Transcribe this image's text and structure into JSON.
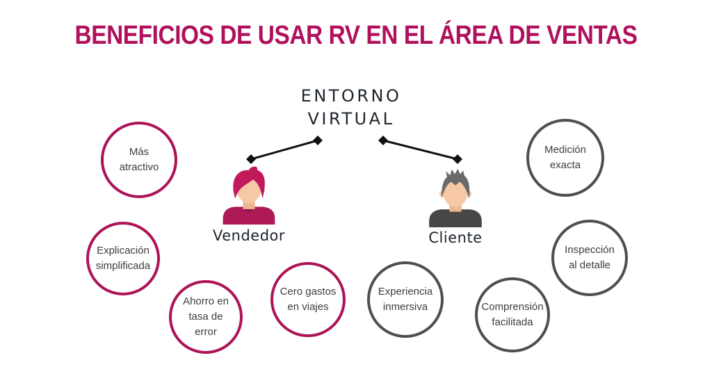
{
  "title": "BENEFICIOS DE USAR RV EN EL ÁREA DE VENTAS",
  "center": {
    "lines": [
      "ENTORNO",
      "VIRTUAL"
    ]
  },
  "actors": {
    "vendedor": {
      "label": "Vendedor"
    },
    "cliente": {
      "label": "Cliente"
    }
  },
  "benefits": [
    {
      "label": "Más\natractivo",
      "group": "vendedor"
    },
    {
      "label": "Explicación\nsimplificada",
      "group": "vendedor"
    },
    {
      "label": "Ahorro en\ntasa de\nerror",
      "group": "vendedor"
    },
    {
      "label": "Cero gastos\nen viajes",
      "group": "vendedor"
    },
    {
      "label": "Experiencia\ninmersiva",
      "group": "cliente"
    },
    {
      "label": "Comprensión\nfacilitada",
      "group": "cliente"
    },
    {
      "label": "Inspección\nal detalle",
      "group": "cliente"
    },
    {
      "label": "Medición\nexacta",
      "group": "cliente"
    }
  ],
  "colors": {
    "accent": "#B0105C",
    "circle-magenta": "#AC1457",
    "circle-gray": "#4F4F4F",
    "text-dark": "#1D242B",
    "text-circle": "#3D3D3D",
    "arrow": "#111111",
    "skin": "#F6C8A6",
    "skin-shadow": "#EDB78F",
    "vendedor-hair": "#C01A5B",
    "vendedor-shirt": "#AD1A56",
    "vendedor-collar": "#9A154B",
    "cliente-hair": "#6A6A6A",
    "cliente-shirt": "#474747"
  }
}
